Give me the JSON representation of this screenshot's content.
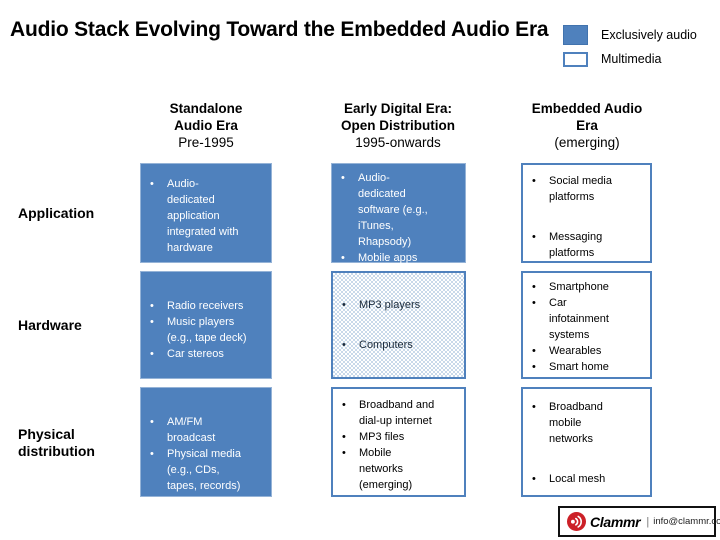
{
  "title": "Audio Stack Evolving Toward the Embedded Audio Era",
  "legend": {
    "exclusively_audio": "Exclusively audio",
    "multimedia": "Multimedia"
  },
  "colors": {
    "audio_fill": "#4f81bd",
    "multimedia_border": "#4f81bd",
    "logo_red": "#cc2027"
  },
  "columns": [
    {
      "title": "Standalone\nAudio Era",
      "subtitle": "Pre-1995"
    },
    {
      "title": "Early Digital Era:\nOpen Distribution",
      "subtitle": "1995-onwards"
    },
    {
      "title": "Embedded Audio\nEra",
      "subtitle": "(emerging)"
    }
  ],
  "rows": [
    {
      "label": "Application"
    },
    {
      "label": "Hardware"
    },
    {
      "label": "Physical\ndistribution"
    }
  ],
  "cells": [
    {
      "era": "standalone",
      "layer": "application",
      "fill": "audio",
      "items": [
        {
          "text": "Audio-\ndedicated\napplication\nintegrated with\nhardware"
        }
      ]
    },
    {
      "era": "early-digital",
      "layer": "application",
      "fill": "audio",
      "items": [
        {
          "text": "Audio-\ndedicated\nsoftware (e.g.,\niTunes,\nRhapsody)"
        },
        {
          "text": "Mobile apps"
        }
      ]
    },
    {
      "era": "embedded",
      "layer": "application",
      "fill": "multimedia",
      "items": [
        {
          "text": "Social media\nplatforms"
        },
        {
          "text": "Messaging\nplatforms",
          "gap": true
        }
      ]
    },
    {
      "era": "standalone",
      "layer": "hardware",
      "fill": "audio",
      "items": [
        {
          "text": "Radio receivers"
        },
        {
          "text": "Music players\n(e.g., tape deck)"
        },
        {
          "text": "Car stereos"
        }
      ]
    },
    {
      "era": "early-digital",
      "layer": "hardware",
      "fill": "mixed",
      "items": [
        {
          "text": "MP3 players"
        },
        {
          "text": "Computers",
          "gap": true
        }
      ]
    },
    {
      "era": "embedded",
      "layer": "hardware",
      "fill": "multimedia",
      "items": [
        {
          "text": "Smartphone"
        },
        {
          "text": "Car\ninfotainment\nsystems"
        },
        {
          "text": "Wearables"
        },
        {
          "text": "Smart home"
        }
      ]
    },
    {
      "era": "standalone",
      "layer": "physical-distribution",
      "fill": "audio",
      "items": [
        {
          "text": "AM/FM\nbroadcast"
        },
        {
          "text": "Physical media\n(e.g., CDs,\ntapes, records)"
        }
      ]
    },
    {
      "era": "early-digital",
      "layer": "physical-distribution",
      "fill": "multimedia",
      "items": [
        {
          "text": "Broadband and\ndial-up internet"
        },
        {
          "text": "MP3 files"
        },
        {
          "text": "Mobile\nnetworks\n(emerging)"
        }
      ]
    },
    {
      "era": "embedded",
      "layer": "physical-distribution",
      "fill": "multimedia",
      "items": [
        {
          "text": "Broadband\nmobile\nnetworks"
        },
        {
          "text": "Local mesh",
          "gap": true
        }
      ]
    }
  ],
  "footer": {
    "brand": "Clammr",
    "divider": "|",
    "email": "info@clammr.com"
  }
}
